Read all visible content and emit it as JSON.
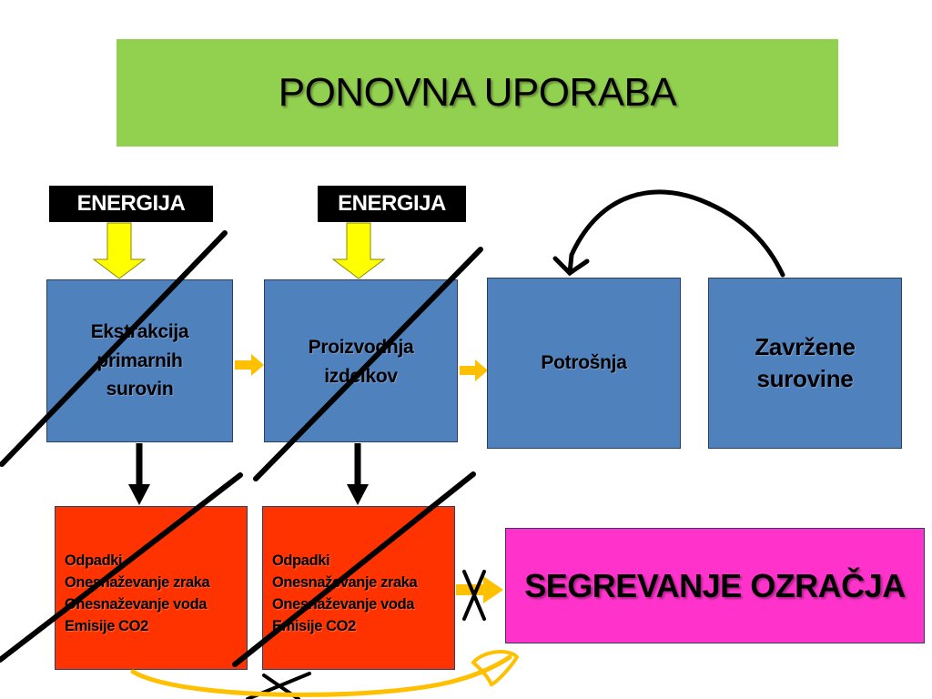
{
  "title": "PONOVNA UPORABA",
  "energy_labels": [
    "ENERGIJA",
    "ENERGIJA"
  ],
  "process_boxes": [
    {
      "lines": [
        "Ekstrakcija",
        "primarnih",
        "surovin"
      ]
    },
    {
      "lines": [
        "Proizvodnja",
        "izdelkov"
      ]
    },
    {
      "lines": [
        "Potrošnja"
      ]
    },
    {
      "lines": [
        "Zavržene",
        "surovine"
      ]
    }
  ],
  "impact_boxes": [
    {
      "items": [
        "Odpadki",
        "Onesnaževanje zraka",
        "Onesnaževanje voda",
        "Emisije CO2"
      ]
    },
    {
      "items": [
        "Odpadki",
        "Onesnaževanje zraka",
        "Onesnaževanje voda",
        "Emisije CO2"
      ]
    }
  ],
  "outcome": "SEGREVANJE OZRAČJA",
  "colors": {
    "title_bg": "#92d050",
    "process_bg": "#4f81bd",
    "impact_bg": "#ff3300",
    "outcome_bg": "#ff33cc",
    "energy_bg": "#000000",
    "arrow_yellow": "#ffc000",
    "energy_arrow": "#ffff00",
    "strike": "#000000"
  },
  "icons": [
    "down-arrow-icon",
    "right-arrow-icon",
    "curved-arrow-icon",
    "cross-icon"
  ]
}
